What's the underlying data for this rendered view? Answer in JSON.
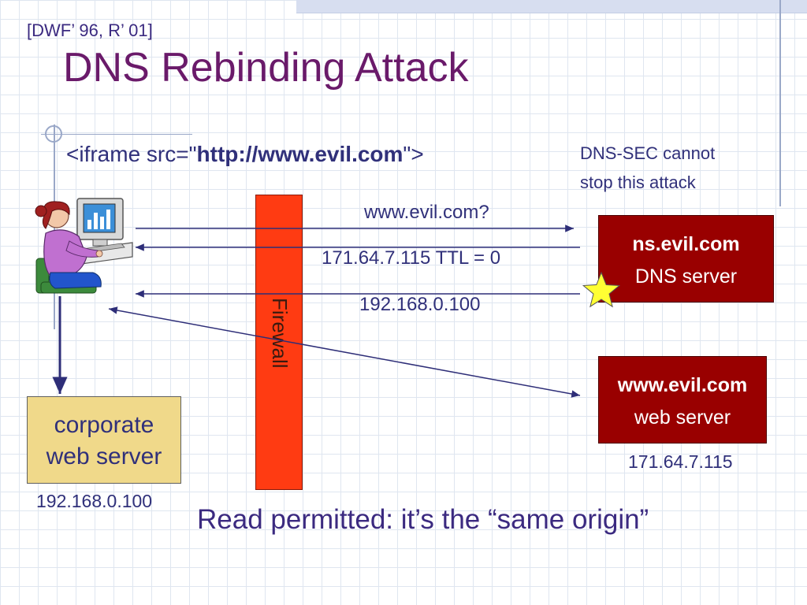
{
  "slide": {
    "citation": "[DWF’ 96, R’ 01]",
    "title": "DNS Rebinding Attack",
    "iframe": {
      "prefix": "<iframe src=\"",
      "bold_url": "http://www.evil.com",
      "suffix": "\">"
    },
    "note_line1": "DNS-SEC cannot",
    "note_line2": "stop this attack",
    "firewall_label": "Firewall",
    "ns_box": {
      "line1": "ns.evil.com",
      "line2": "DNS server"
    },
    "web_box": {
      "line1": "www.evil.com",
      "line2": "web server"
    },
    "web_server_ip": "171.64.7.115",
    "corp_box": {
      "line1": "corporate",
      "line2": "web server"
    },
    "corp_ip": "192.168.0.100",
    "arrow_labels": {
      "query": "www.evil.com?",
      "response": "171.64.7.115  TTL = 0",
      "rebind": "192.168.0.100"
    },
    "caption": "Read permitted: it’s the “same origin”"
  },
  "colors": {
    "title": "#6a1a6a",
    "text": "#30307a",
    "firewall": "#ff3b12",
    "server_box": "#990000",
    "corp_box": "#f0d98a",
    "star": "#ffff33"
  },
  "icons": {
    "user": "user-at-computer-icon",
    "star": "star-icon"
  }
}
